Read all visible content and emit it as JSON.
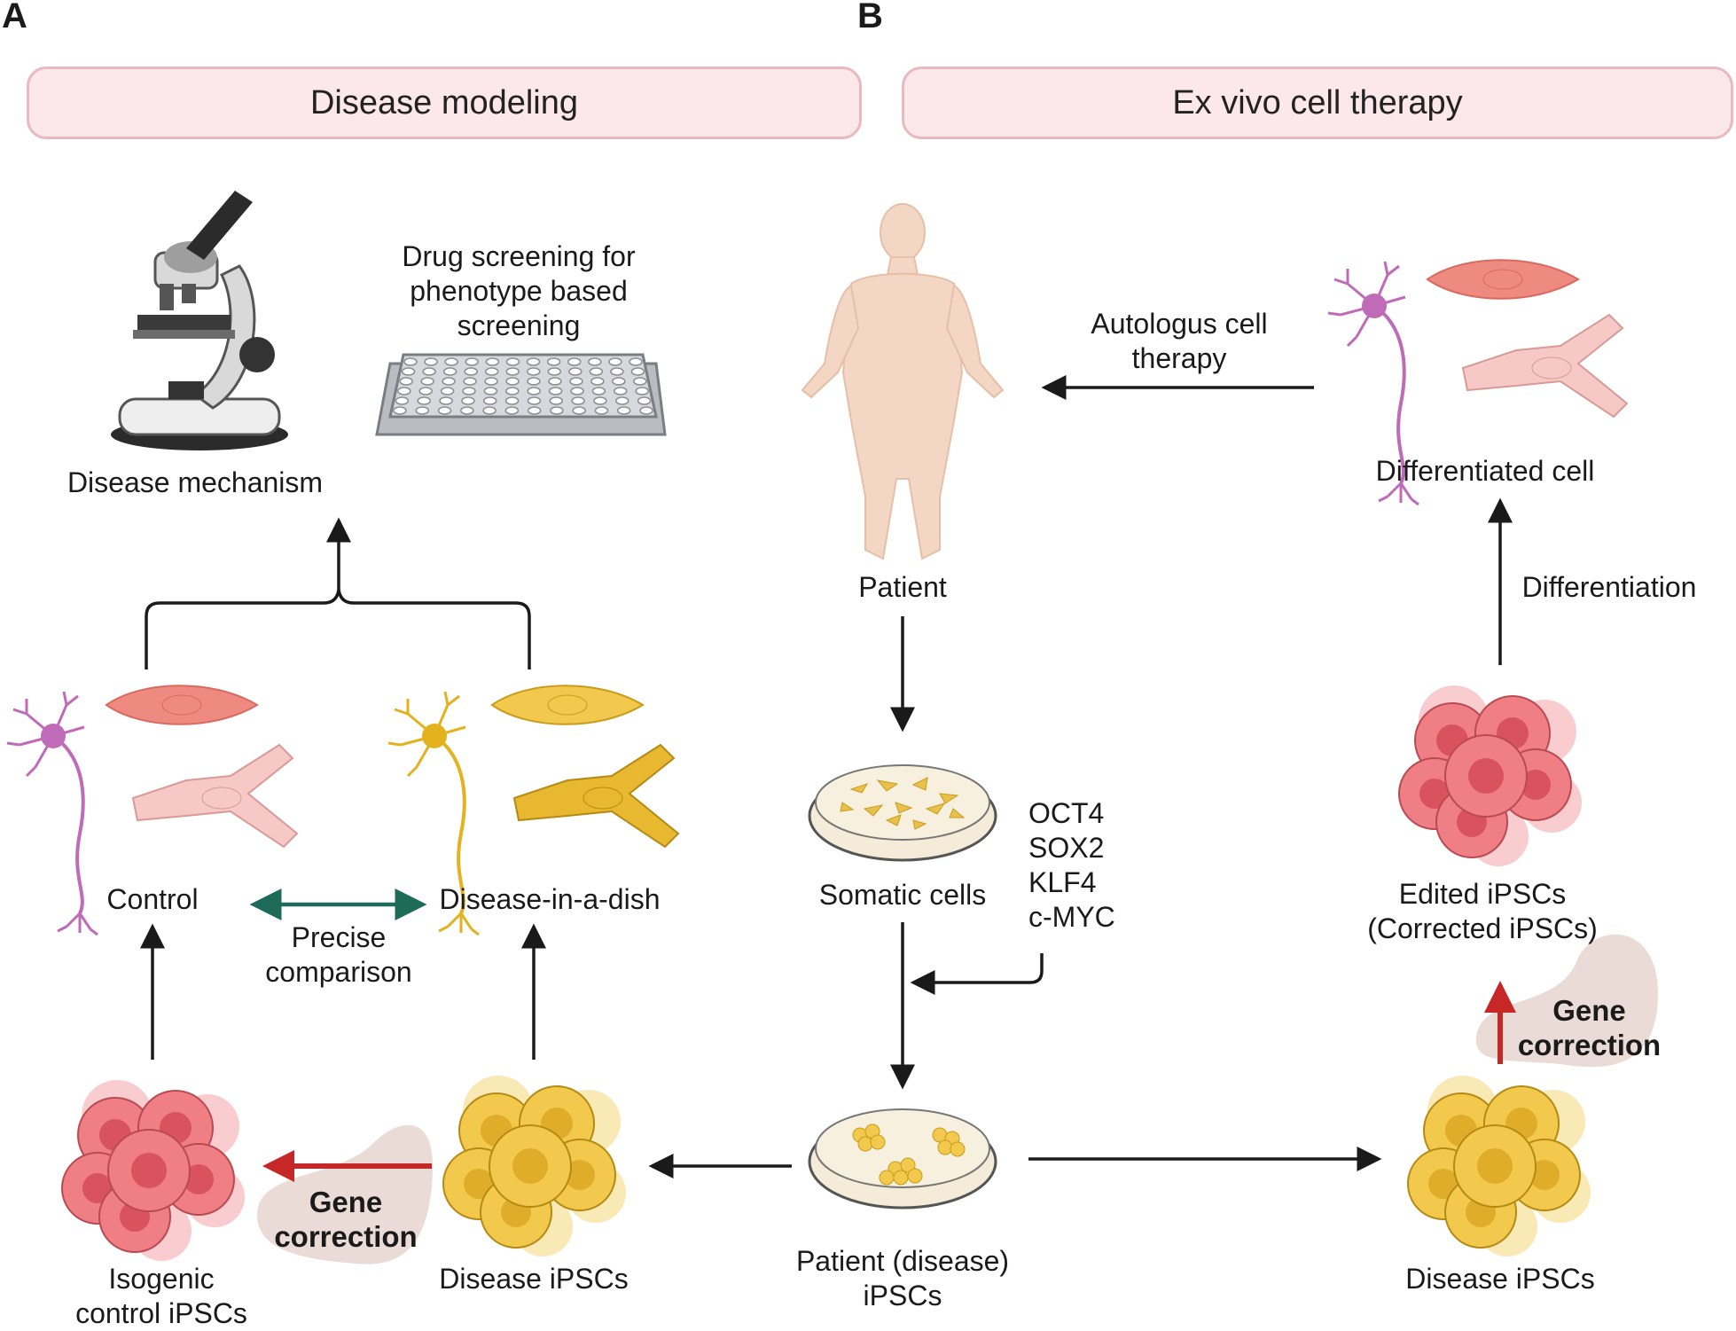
{
  "panels": {
    "a": {
      "letter": "A",
      "title": "Disease modeling"
    },
    "b": {
      "letter": "B",
      "title": "Ex vivo cell therapy"
    }
  },
  "panel_a": {
    "drug_screening": [
      "Drug screening for",
      "phenotype based",
      "screening"
    ],
    "disease_mechanism": "Disease mechanism",
    "control": "Control",
    "disease_in_a_dish": "Disease-in-a-dish",
    "precise_comparison": [
      "Precise",
      "comparison"
    ],
    "gene_correction": [
      "Gene",
      "correction"
    ],
    "isogenic_control": [
      "Isogenic",
      "control iPSCs"
    ],
    "disease_ipscs": "Disease iPSCs"
  },
  "panel_b": {
    "patient": "Patient",
    "autologous": [
      "Autologus cell",
      "therapy"
    ],
    "differentiated_cell": "Differentiated cell",
    "differentiation": "Differentiation",
    "somatic_cells": "Somatic cells",
    "factors": [
      "OCT4",
      "SOX2",
      "KLF4",
      "c-MYC"
    ],
    "edited_ipscs": [
      "Edited iPSCs",
      "(Corrected iPSCs)"
    ],
    "gene_correction": [
      "Gene",
      "correction"
    ],
    "patient_ipscs": [
      "Patient (disease)",
      "iPSCs"
    ],
    "disease_ipscs": "Disease iPSCs"
  },
  "colors": {
    "banner_fill": "#fce8ea",
    "banner_border": "#eab9bf",
    "arrow": "#1a1a1a",
    "comparison_arrow": "#1f6b5a",
    "correction_arrow": "#c62828",
    "healthy_cells": "#ef7f84",
    "disease_cells": "#f2c94c",
    "neuron_control": "#c06bb8",
    "neuron_disease": "#e3b21e"
  },
  "icons": [
    "microscope-icon",
    "well-plate-icon",
    "human-body-icon",
    "petri-dish-icon",
    "neuron-icon",
    "fibroblast-icon",
    "muscle-cell-icon",
    "ipsc-cluster-icon"
  ]
}
